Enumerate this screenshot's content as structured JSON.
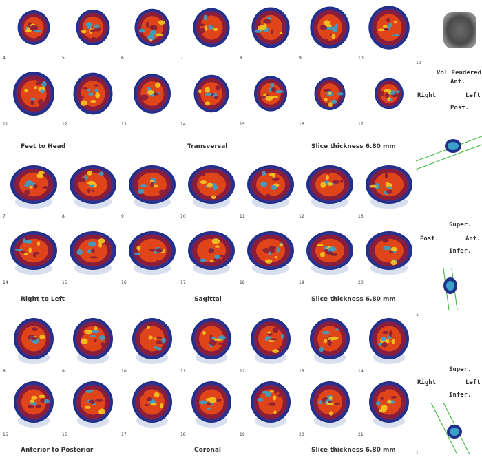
{
  "transversal": {
    "slices": [
      4,
      5,
      6,
      7,
      8,
      9,
      10,
      11,
      12,
      13,
      14,
      15,
      16,
      17
    ],
    "direction": "Feet to Head",
    "plane": "Transversal",
    "thickness": "Slice thickness 6.80 mm"
  },
  "sagittal": {
    "slices": [
      7,
      8,
      9,
      10,
      11,
      12,
      13,
      14,
      15,
      16,
      17,
      18,
      19,
      20
    ],
    "direction": "Right to Left",
    "plane": "Sagittal",
    "thickness": "Slice thickness 6.80 mm"
  },
  "coronal": {
    "slices": [
      8,
      9,
      10,
      11,
      12,
      13,
      14,
      15,
      16,
      17,
      18,
      19,
      20,
      21
    ],
    "direction": "Anterior to Posterior",
    "plane": "Coronal",
    "thickness": "Slice thickness 6.80 mm"
  },
  "side": {
    "vol_num": "10",
    "vol_label": "Vol Rendered",
    "trans": {
      "ant": "Ant.",
      "right": "Right",
      "left": "Left",
      "post": "Post.",
      "num": "1"
    },
    "sag": {
      "super": "Super.",
      "post": "Post.",
      "ant": "Ant.",
      "infer": "Infer.",
      "num": "1"
    },
    "cor": {
      "super": "Super.",
      "right": "Right",
      "left": "Left",
      "infer": "Infer.",
      "num": "1"
    }
  },
  "colors": {
    "outer": "#1f2f8a",
    "mid": "#8a1e3a",
    "hot": "#e0451a",
    "bright": "#f4c61f",
    "cold": "#3aa0c8"
  }
}
